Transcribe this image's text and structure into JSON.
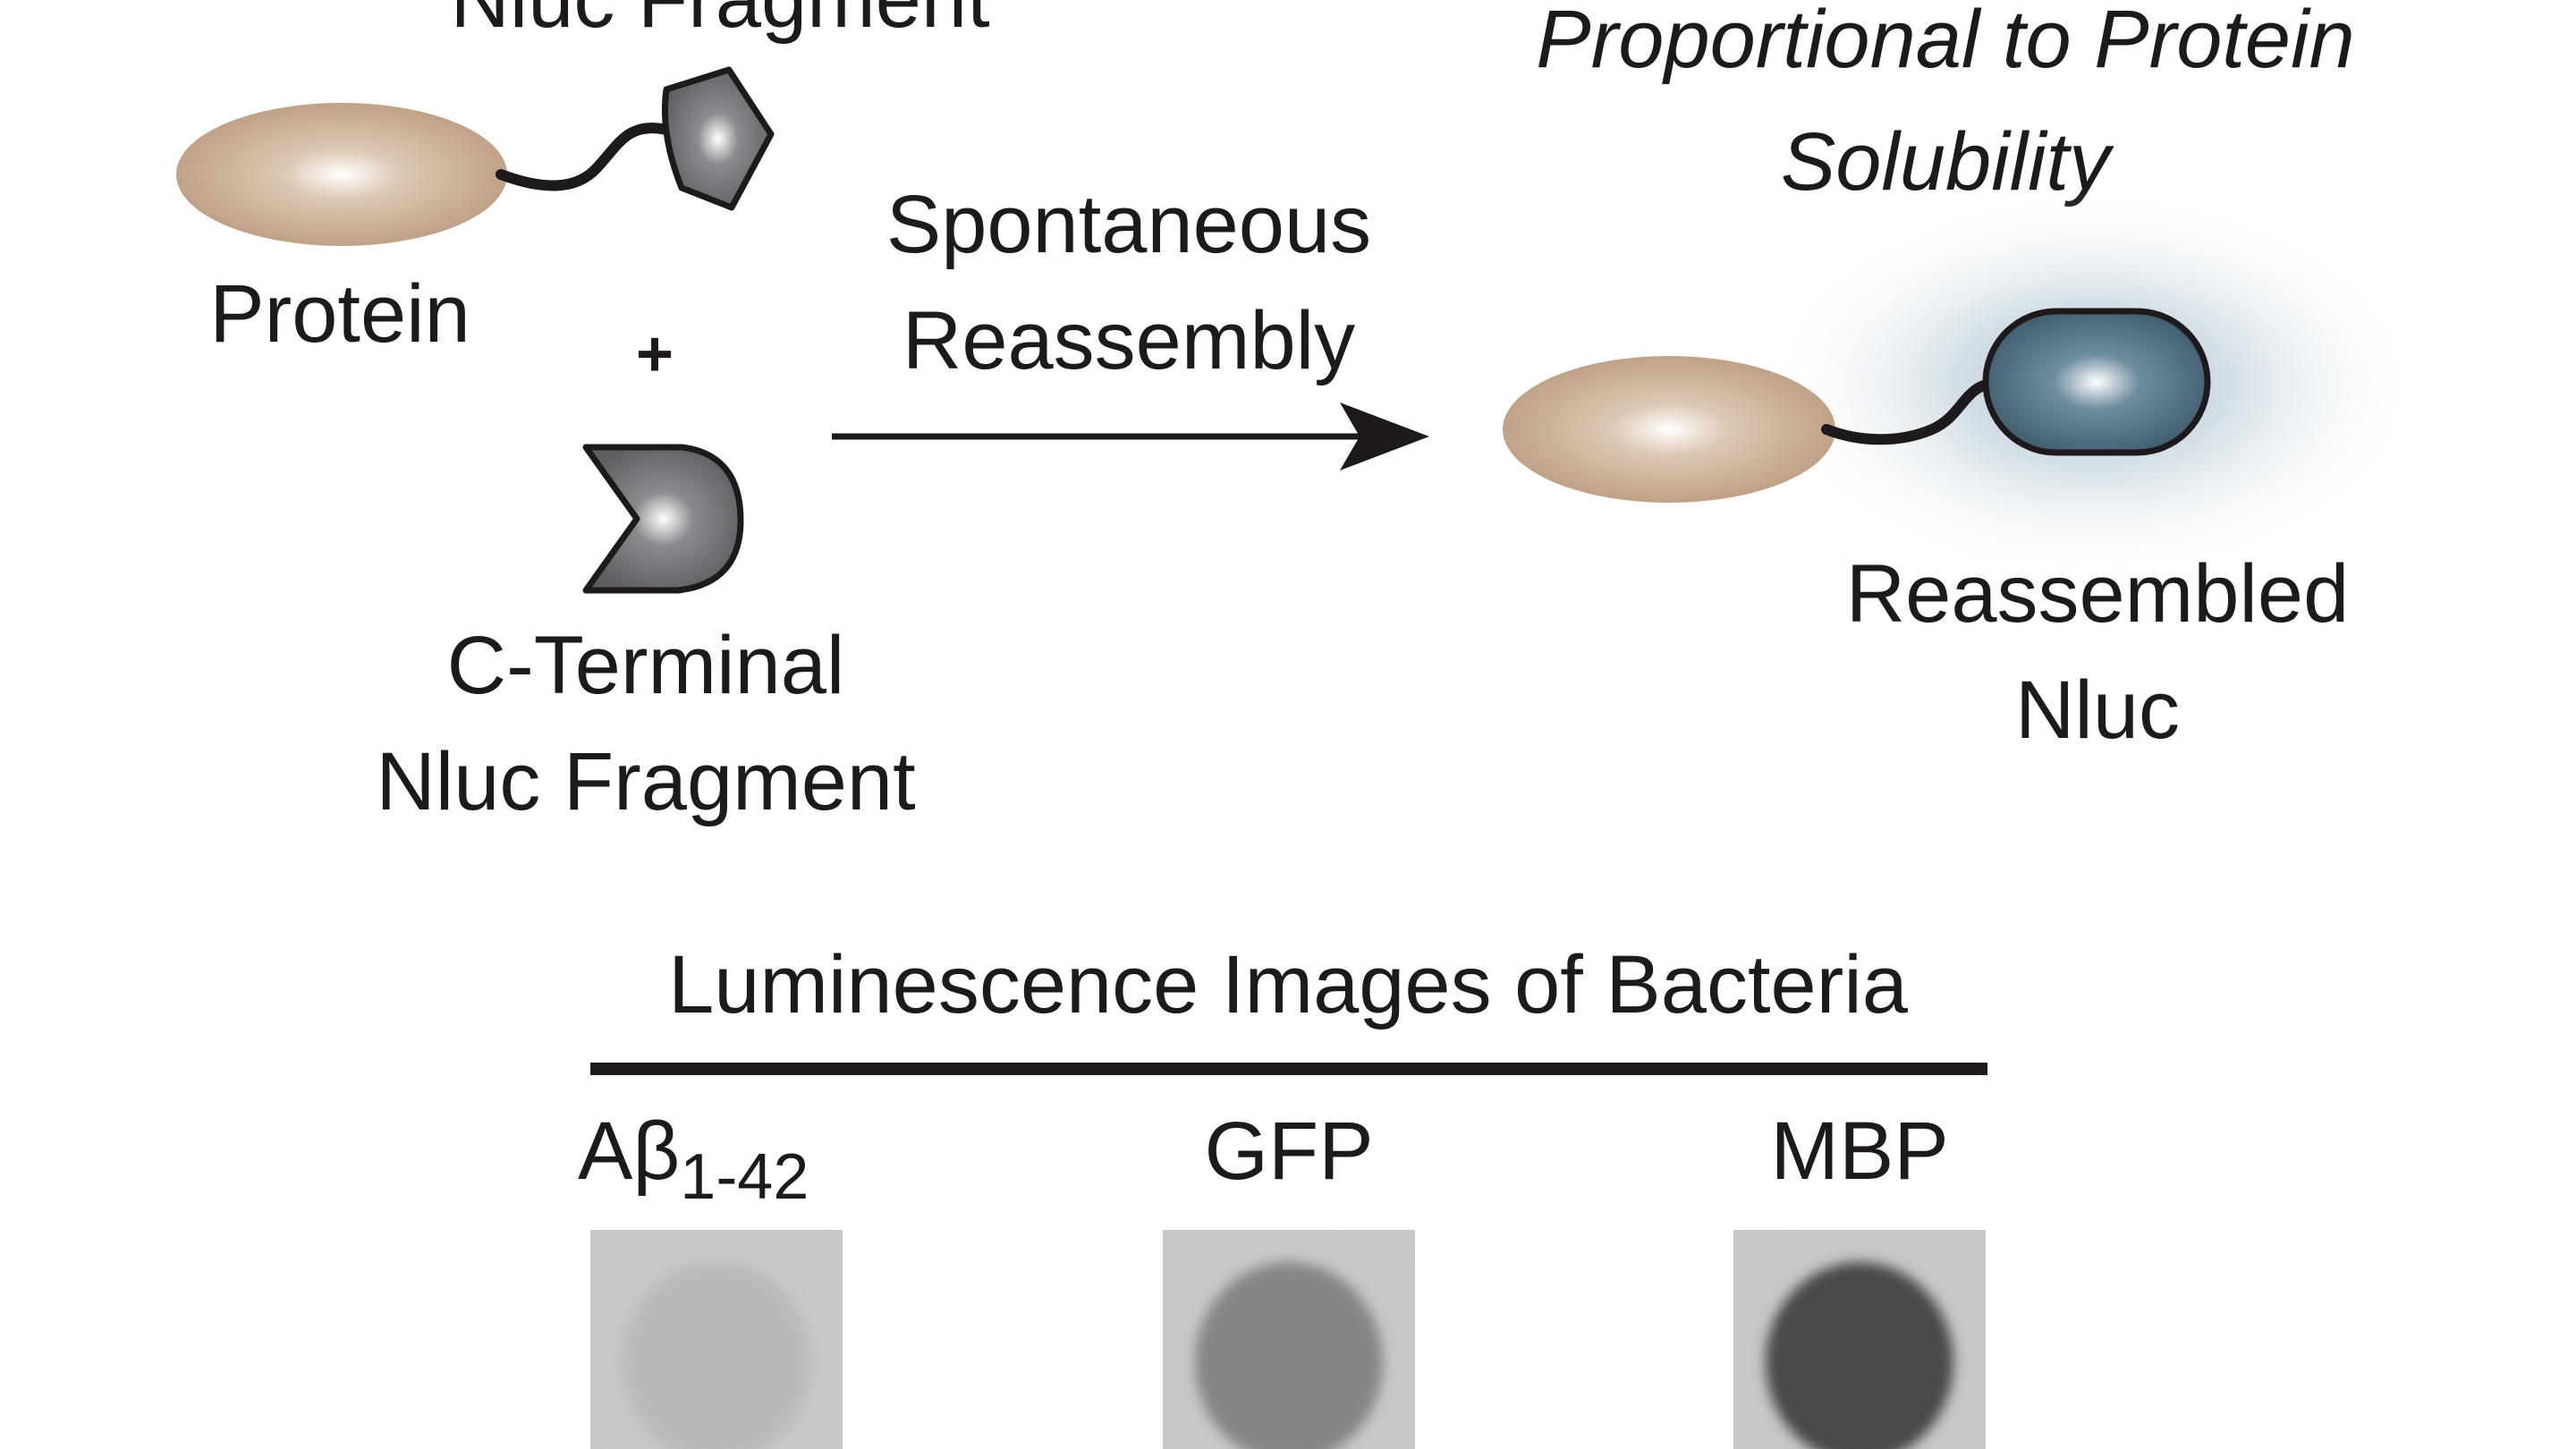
{
  "labels": {
    "n_terminal_line2": "Nluc Fragment",
    "protein": "Protein",
    "plus": "+",
    "c_terminal_line1": "C-Terminal",
    "c_terminal_line2": "Nluc Fragment",
    "arrow_line1": "Spontaneous",
    "arrow_line2": "Reassembly",
    "proportional_line1": "Proportional to Protein",
    "proportional_line2": "Solubility",
    "reassembled_line1": "Reassembled",
    "reassembled_line2": "Nluc"
  },
  "panel": {
    "title": "Luminescence Images of Bacteria",
    "samples": [
      {
        "name": "Aβ",
        "subscript": "1-42",
        "level": 0.1
      },
      {
        "name": "GFP",
        "subscript": "",
        "level": 0.45
      },
      {
        "name": "MBP",
        "subscript": "",
        "level": 0.85
      }
    ]
  },
  "colors": {
    "protein": "#c7ad93",
    "fragment": "#6e6f73",
    "nluc": "#4e6c7e",
    "glow": "#8aa7b8",
    "ink": "#1e1a1c"
  }
}
